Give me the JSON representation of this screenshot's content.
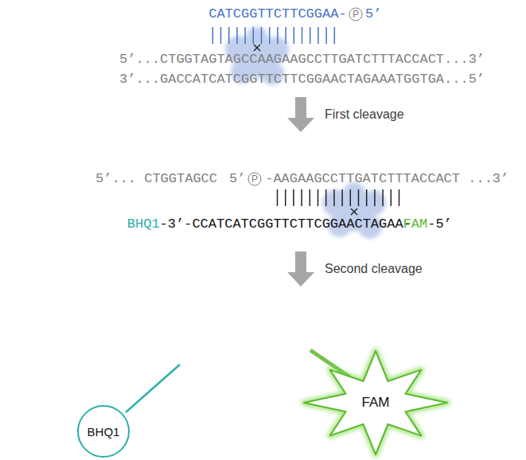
{
  "diagram": {
    "nodes": [
      {
        "text": [
          "P"
        ]
      },
      {
        "text": [
          "P"
        ]
      },
      {
        "text": [
          "BHQ1"
        ]
      },
      {
        "text": [
          "FAM"
        ]
      }
    ],
    "labels": [
      "CATCGGTTCTTCGGAA-",
      "5’",
      "5’...CTGGTAGTAGCCAAGAAGCCTTGATCTTTACCACT...3’",
      "3’...GACCATCATCGGTTCTTCGGAACTAGAAATGGTGA...5’",
      "First cleavage",
      "5’... CTGGTAGCC",
      "5’",
      "-AAGAAGCCTTGATCTTTACCACT ...3’",
      "BHQ1",
      "-3’-CCATCATCGGTTCTTCGGAACTAGAA-",
      "FAM",
      "-5’",
      "Second cleavage"
    ]
  }
}
